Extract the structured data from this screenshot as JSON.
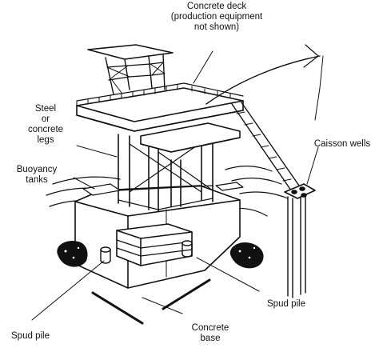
{
  "labels": {
    "concrete_deck": [
      "Concrete deck",
      "(production equipment",
      "not shown)"
    ],
    "legs": [
      "Steel",
      "or",
      "concrete",
      "legs"
    ],
    "buoyancy": [
      "Buoyancy",
      "tanks"
    ],
    "caisson": "Caisson wells",
    "spud_right": "Spud pile",
    "spud_left": "Spud pile",
    "base": [
      "Concrete",
      "base"
    ]
  },
  "colors": {
    "ink": "#111111",
    "paper": "#ffffff"
  }
}
